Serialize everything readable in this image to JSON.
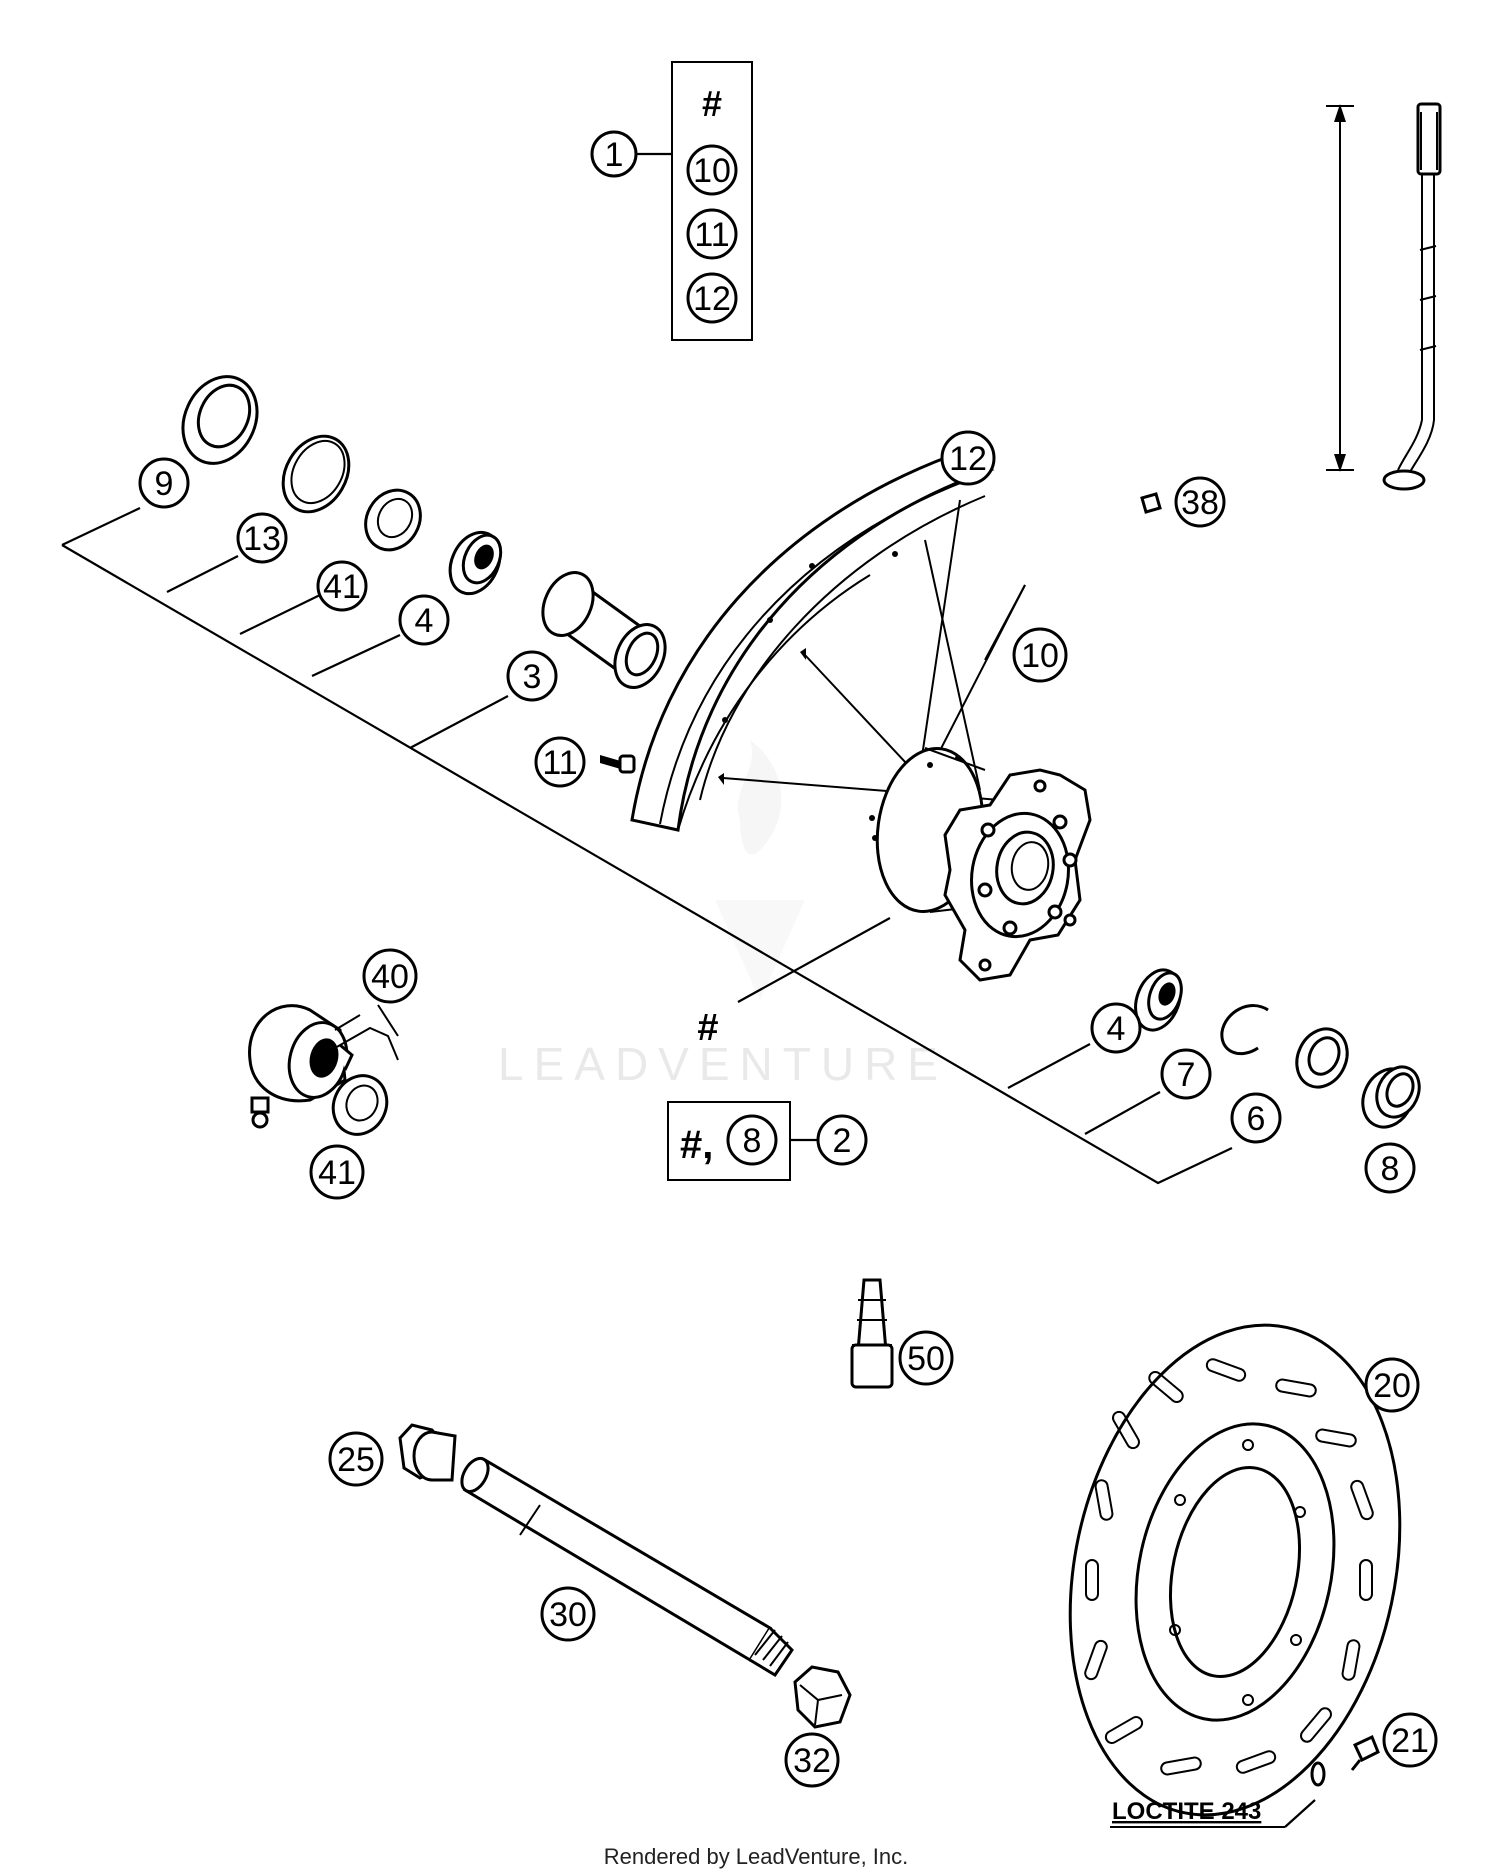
{
  "callouts": {
    "c1": "1",
    "c10a": "10",
    "c11a": "11",
    "c12a": "12",
    "c9": "9",
    "c13": "13",
    "c41a": "41",
    "c4a": "4",
    "c3": "3",
    "c12b": "12",
    "c38": "38",
    "c10b": "10",
    "c11b": "11",
    "c40": "40",
    "c41b": "41",
    "c8box": "8",
    "c2": "2",
    "c4b": "4",
    "c7": "7",
    "c6": "6",
    "c8": "8",
    "c50": "50",
    "c20": "20",
    "c25": "25",
    "c30": "30",
    "c32": "32",
    "c21": "21"
  },
  "symbols": {
    "hash_box": "#",
    "hash_hub": "#",
    "hash_group_prefix": "#,"
  },
  "note": "LOCTITE 243",
  "watermark": "LEADVENTURE",
  "footer": "Rendered by LeadVenture, Inc.",
  "colors": {
    "ink": "#000000",
    "watermark": "#e9e9e9",
    "background": "#ffffff"
  }
}
